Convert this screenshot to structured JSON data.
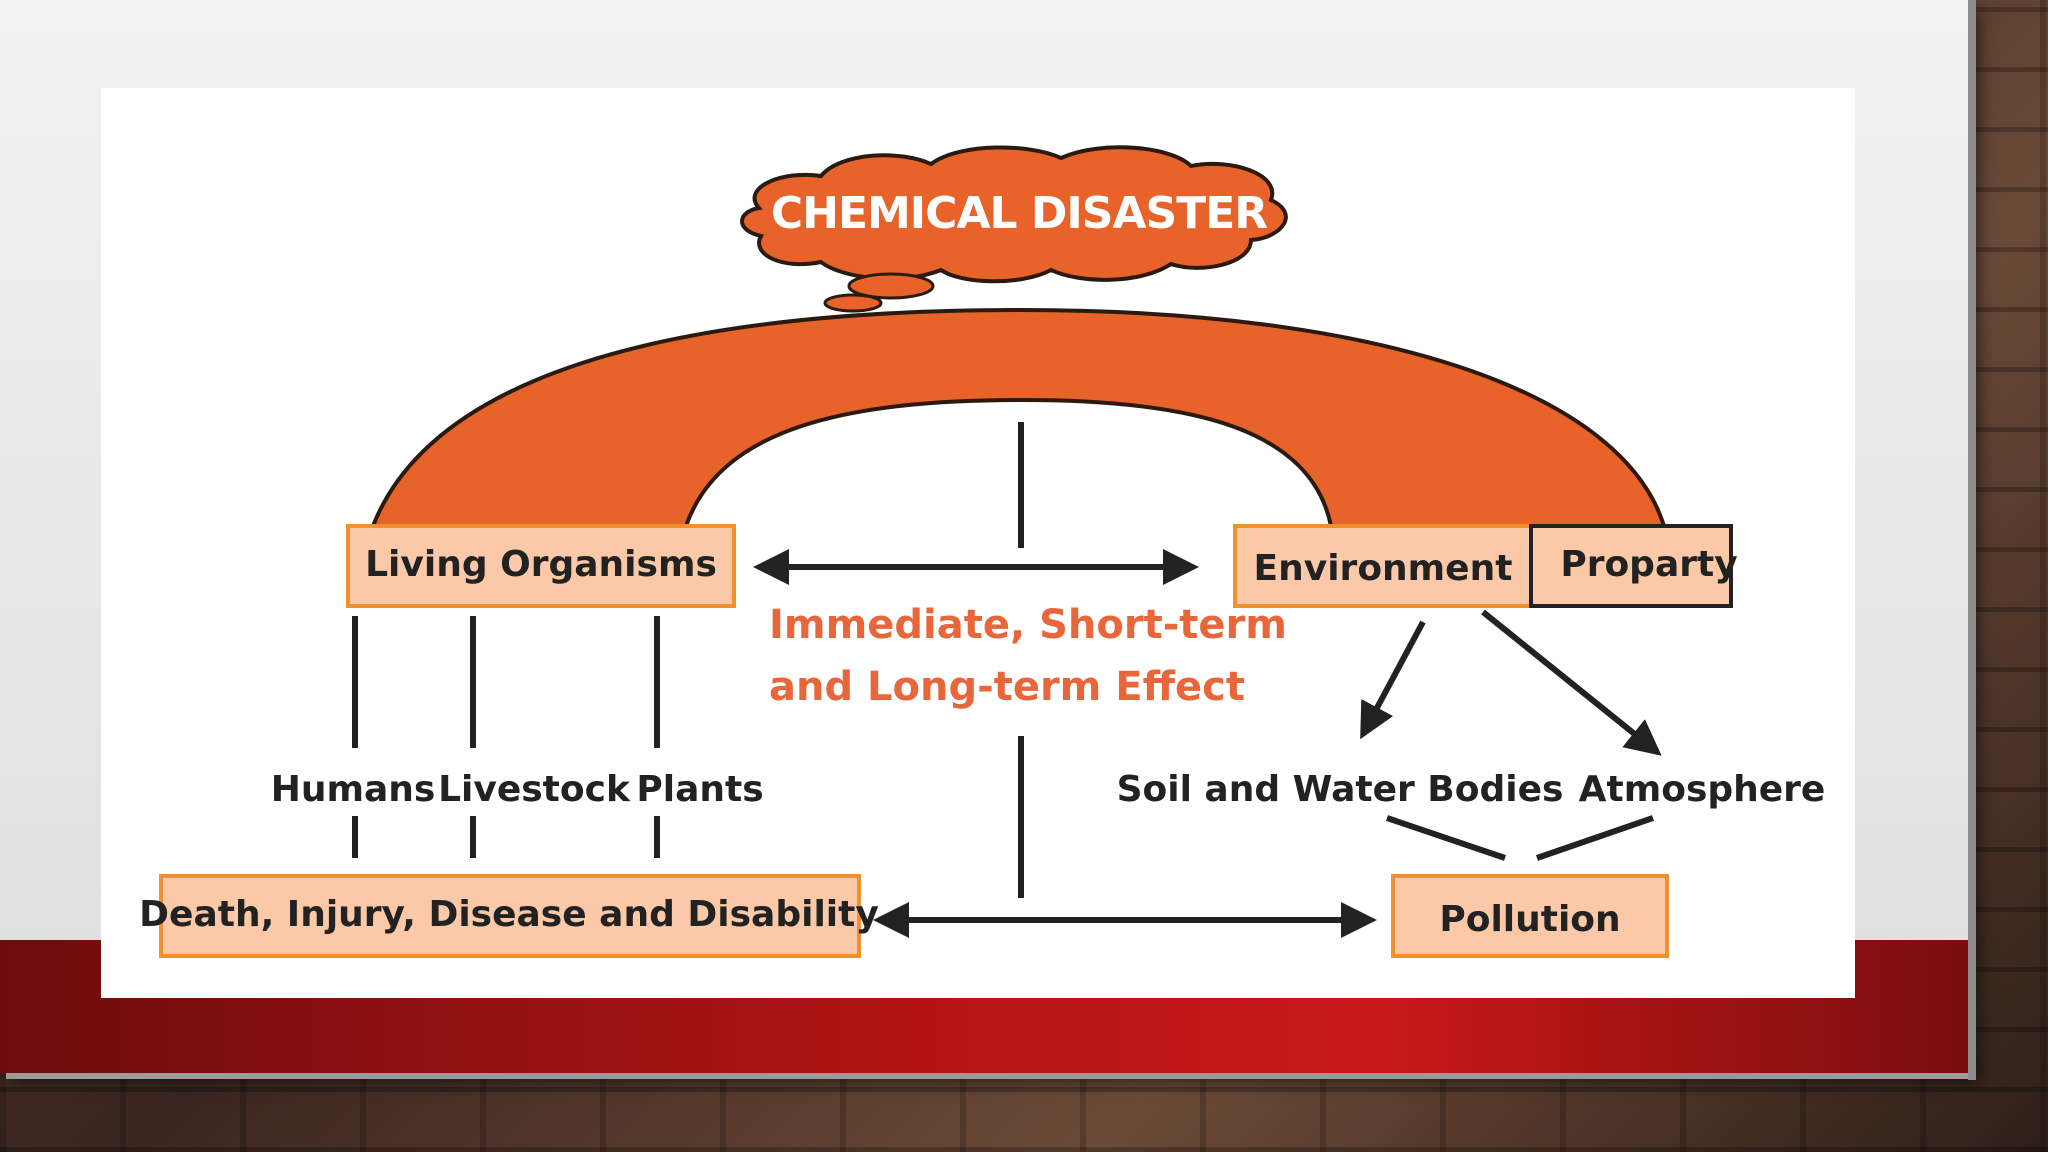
{
  "diagram": {
    "title": "CHEMICAL DISASTER",
    "left_box": "Living Organisms",
    "right_box_1": "Environment",
    "right_box_2": "Proparty",
    "effect_line1": "Immediate, Short-term",
    "effect_line2": "and Long-term Effect",
    "organisms": [
      "Humans",
      "Livestock",
      "Plants"
    ],
    "environment_parts": [
      "Soil and Water Bodies",
      "Atmosphere"
    ],
    "outcome_left": "Death, Injury, Disease and Disability",
    "outcome_right": "Pollution",
    "colors": {
      "arch": "#e8632a",
      "box_fill": "#fbc9a8",
      "box_border": "#f0902e",
      "effect_text": "#e8663a",
      "band": "#b01414"
    }
  }
}
